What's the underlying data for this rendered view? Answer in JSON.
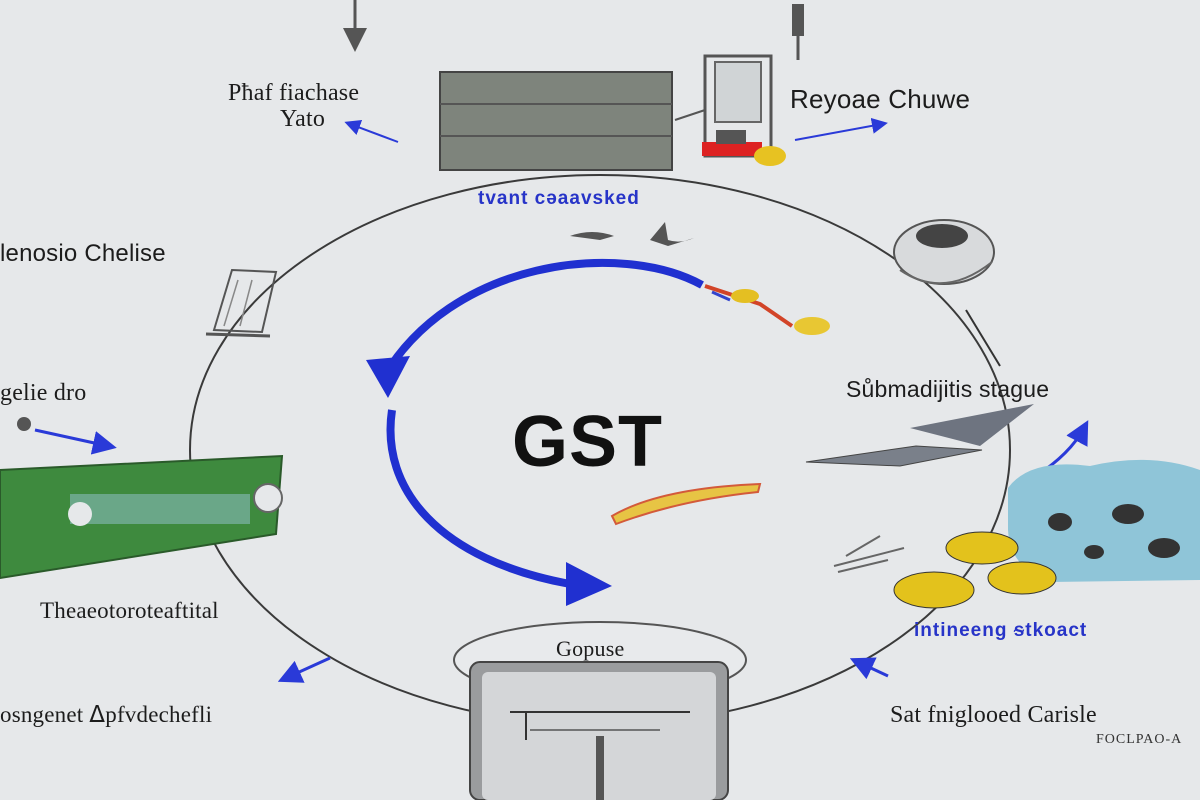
{
  "diagram": {
    "center_title": "GST",
    "labels": {
      "top_left": [
        "Pħaf fiachase",
        "Yato"
      ],
      "top_right": "Reyoae Chuwe",
      "top_center": "tvant cəaavsked",
      "left_upper": "lenosio Chelise",
      "left_mid": "gelie dro",
      "left_lower": "Theaeotoroteaftital",
      "bottom_left": "osngenet ᐃpfvdechefli",
      "bottom_center": "Gopuse",
      "right_mid": "Sůbmadijitis stague",
      "right_lower": "intineeng ᵴtkoact",
      "bottom_right": "Sat fniglooed Carisle",
      "bottom_right_small": "FOCLPAO-A"
    }
  },
  "colors": {
    "background": "#e6e8ea",
    "arrow_blue": "#2030d0",
    "card_green": "#3e8a3e",
    "coin_yellow": "#e3c21c",
    "cloud_blue": "#8fc5d8",
    "box_gray": "#7a807a"
  }
}
